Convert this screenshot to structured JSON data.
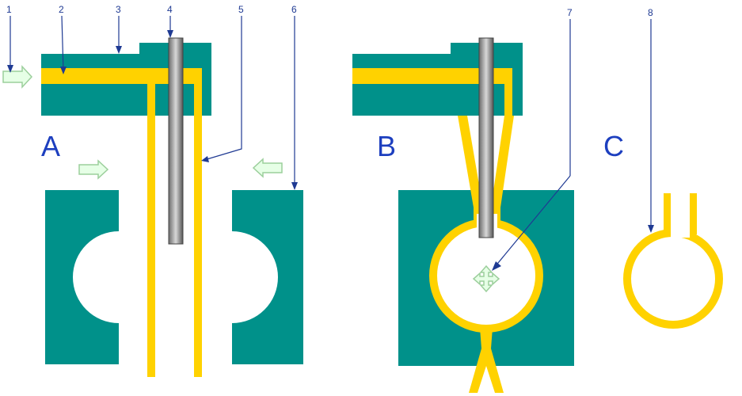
{
  "colors": {
    "teal": "#00918a",
    "yellow": "#ffd200",
    "rod_dark": "#555555",
    "rod_light": "#bdbdbd",
    "arrow_fill": "#e6ffe6",
    "arrow_stroke": "#9ccf9c",
    "callout": "#1f3a93",
    "panel_label": "#1d3fbf"
  },
  "panels": {
    "a": "A",
    "b": "B",
    "c": "C"
  },
  "callouts": [
    "1",
    "2",
    "3",
    "4",
    "5",
    "6",
    "7",
    "8"
  ],
  "icons": {
    "flow_arrow": "right-arrow-icon",
    "mold_arrow": "left-arrow-icon",
    "expand": "four-way-arrow-icon"
  }
}
